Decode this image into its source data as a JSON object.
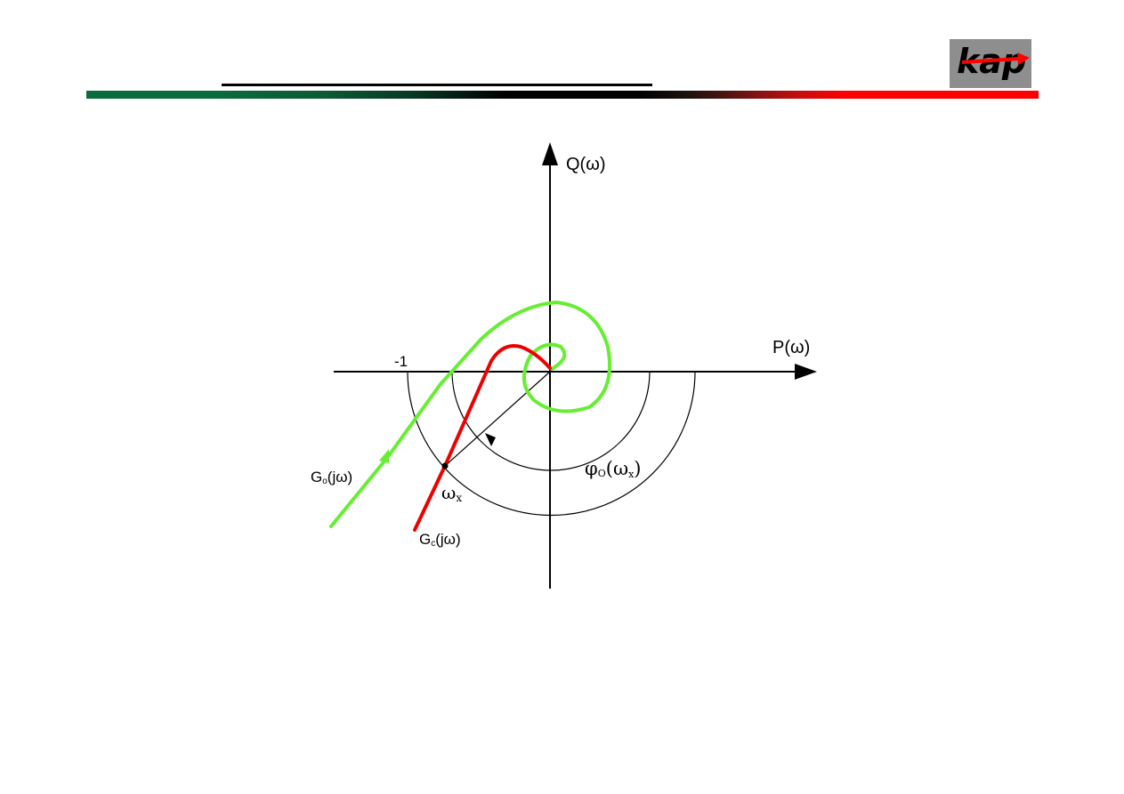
{
  "logo": {
    "text": "kap"
  },
  "axes": {
    "x_label": "P(ω)",
    "y_label": "Q(ω)",
    "minus_one": "-1"
  },
  "curves": {
    "green": {
      "label_main": "G",
      "label_sub": "o",
      "label_rest": "(jω)",
      "color": "#66ee33"
    },
    "red": {
      "label_main": "G",
      "label_sub": "c",
      "label_rest": "(jω)",
      "color": "#ee0000"
    }
  },
  "point": {
    "label_main": "ω",
    "label_sub": "x"
  },
  "angle": {
    "label_phi": "φ",
    "label_sub": "O",
    "label_open": "(",
    "label_omega": "ω",
    "label_omega_sub": "x",
    "label_close": ")"
  }
}
